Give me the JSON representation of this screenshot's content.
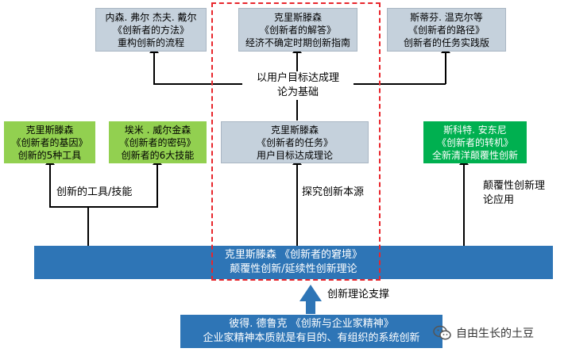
{
  "top_boxes": [
    {
      "lines": [
        "内森. 弗尔  杰夫. 戴尔",
        "《创新者的方法》",
        "重构创新的流程"
      ]
    },
    {
      "lines": [
        "克里斯滕森",
        "《创新者的解答》",
        "经济不确定时期创新指南"
      ]
    },
    {
      "lines": [
        "斯蒂芬. 温克尔等",
        "《创新者的路径》",
        "创新者的任务实践版"
      ]
    }
  ],
  "middle_boxes": [
    {
      "lines": [
        "克里斯滕森",
        "《创新者的基因》",
        "创新的5种工具"
      ],
      "color": "#92d050"
    },
    {
      "lines": [
        "埃米 . 威尔金森",
        "《创新者的密码》",
        "创新者的6大技能"
      ],
      "color": "#92d050"
    },
    {
      "lines": [
        "克里斯滕森",
        "《创新者的任务》",
        "用户目标达成理论"
      ],
      "color": "#c5d1dc"
    },
    {
      "lines": [
        "斯科特. 安东尼",
        "《创新者的转机》",
        "全新清洋颠覆性创新"
      ],
      "color": "#00b050"
    }
  ],
  "labels": {
    "theory_basis_1": "以用户目标达成理",
    "theory_basis_2": "论为基础",
    "tools_skills": "创新的工具/技能",
    "explore_source": "探究创新本源",
    "disruptive_1": "颠覆性创新理",
    "disruptive_2": "论应用",
    "theory_support": "创新理论支撑"
  },
  "main_bar": {
    "line1": "克里斯滕森 《创新者的窘境》",
    "line2": "颠覆性创新/延续性创新理论"
  },
  "bottom_box": {
    "line1": "彼得. 德鲁克 《创新与企业家精神》",
    "line2": "企业家精神本质就是有目的、有组织的系统创新"
  },
  "watermark": {
    "icon": "wechat-icon",
    "text": "自由生长的土豆"
  },
  "colors": {
    "grey": "#c5d1dc",
    "light_green": "#92d050",
    "dark_green": "#00b050",
    "blue": "#2e75b6",
    "dashed_red": "#e8262c"
  }
}
